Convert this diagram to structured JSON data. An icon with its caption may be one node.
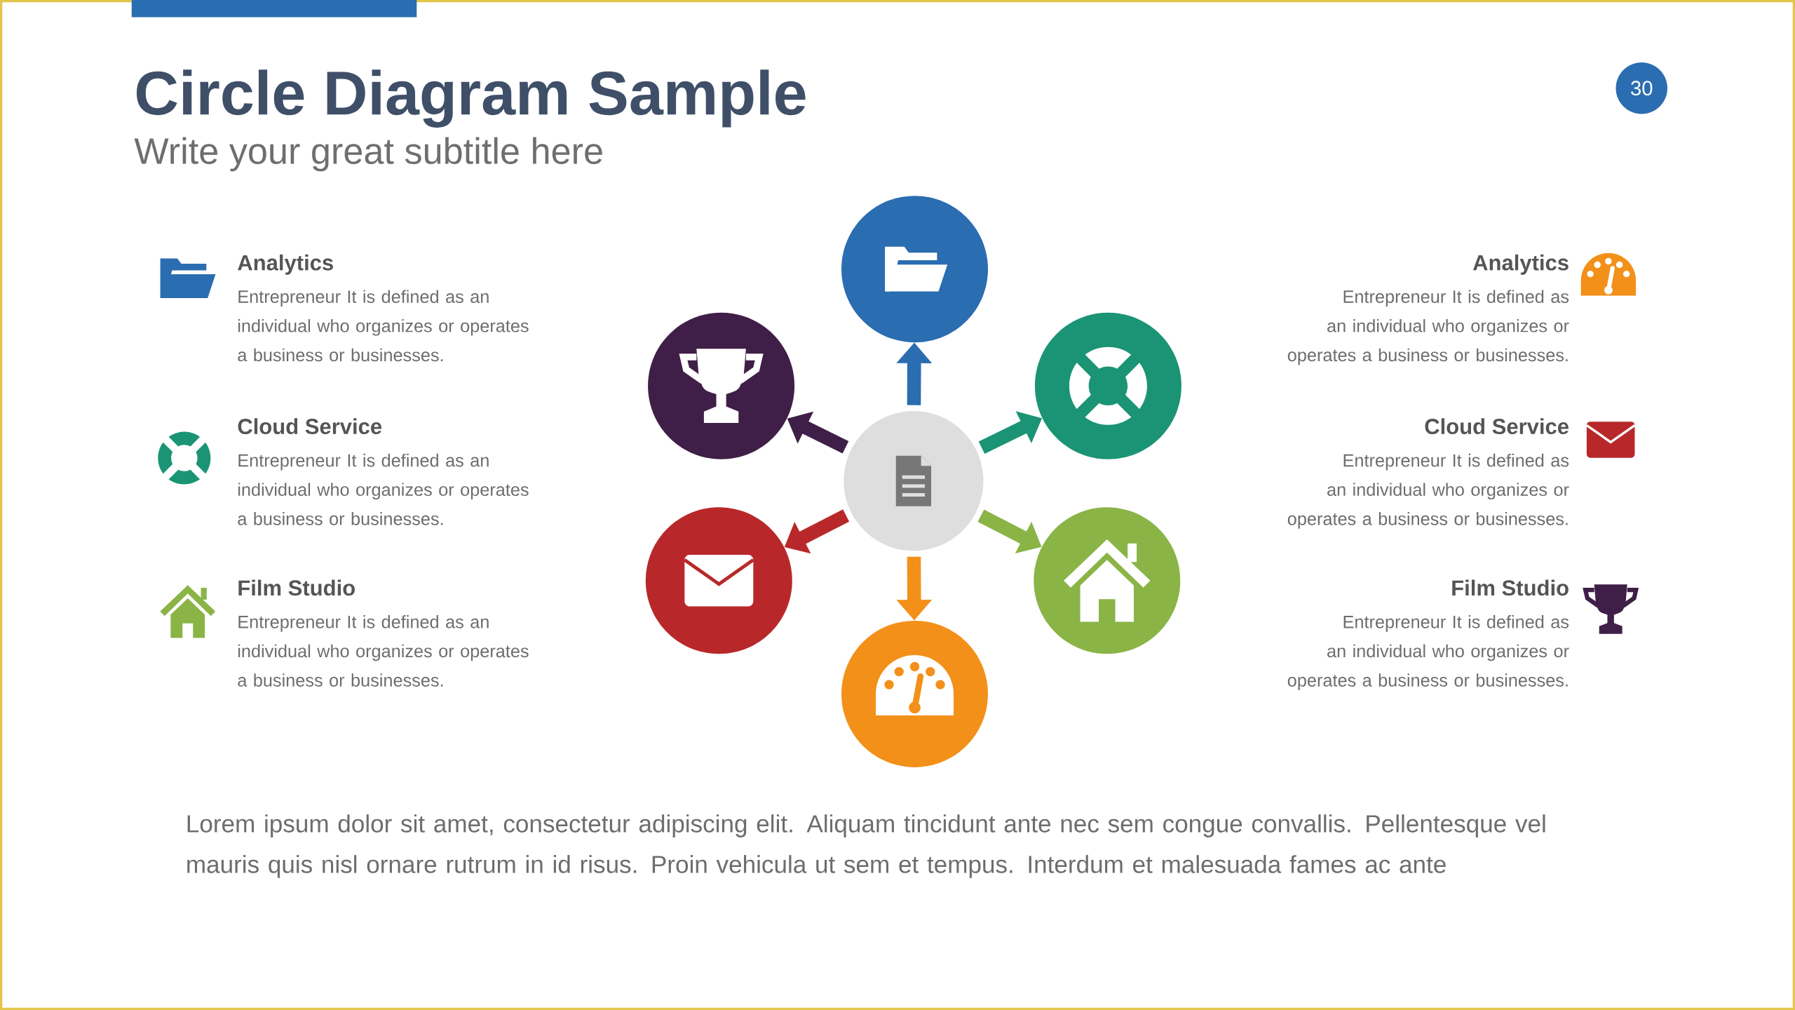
{
  "diagram": {
    "title": "Circle Diagram Sample",
    "nodes": [
      {
        "text": [
          "30"
        ]
      },
      {
        "text": [],
        "shape": "circle"
      },
      {
        "text": [],
        "shape": "circle"
      },
      {
        "text": [],
        "shape": "circle"
      },
      {
        "text": [],
        "shape": "circle"
      },
      {
        "text": [],
        "shape": "circle"
      },
      {
        "text": [],
        "shape": "circle"
      },
      {
        "text": [],
        "shape": "circle"
      }
    ],
    "edges": [
      {
        "from": 1,
        "to": 2,
        "arrow": "to",
        "color": "#2a6db0"
      },
      {
        "from": 1,
        "to": 3,
        "arrow": "to",
        "color": "#1a9474"
      },
      {
        "from": 1,
        "to": 4,
        "arrow": "to",
        "color": "#8ab446"
      },
      {
        "from": 1,
        "to": 5,
        "arrow": "to",
        "color": "#f39019"
      },
      {
        "from": 1,
        "to": 6,
        "arrow": "to",
        "color": "#b8282a"
      },
      {
        "from": 1,
        "to": 7,
        "arrow": "to",
        "color": "#3f1f47"
      }
    ],
    "labels": [
      "Write your great subtitle here",
      "Analytics",
      "Entrepreneur It is defined as an individual who organizes or operates a business or businesses.",
      "Analytics",
      "Entrepreneur It is defined as an individual who organizes or operates a business or businesses.",
      "Cloud Service",
      "Entrepreneur It is defined as an individual who organizes or operates a business or businesses.",
      "Cloud Service",
      "Entrepreneur It is defined as an individual who organizes or operates a business or businesses.",
      "Film Studio",
      "Entrepreneur It is defined as an individual who organizes or operates a business or businesses.",
      "Film Studio",
      "Entrepreneur It is defined as an individual who organizes or operates a business or businesses.",
      "Lorem ipsum dolor sit amet, consectetur adipiscing elit. Aliquam tincidunt ante nec sem congue convallis. Pellentesque vel mauris quis nisl ornare rutrum in id risus. Proin vehicula ut sem et tempus. Interdum et malesuada fames ac ante"
    ]
  }
}
